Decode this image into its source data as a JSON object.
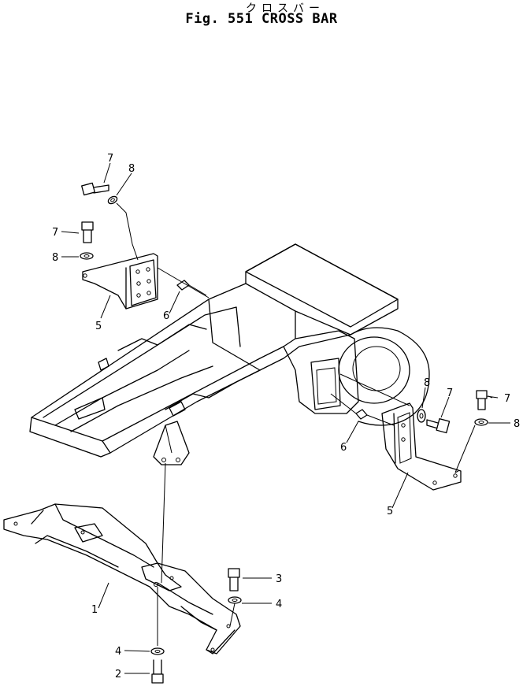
{
  "title": {
    "japanese": "クロスバー",
    "english": "Fig. 551 CROSS BAR"
  },
  "callouts": {
    "c1": "1",
    "c2": "2",
    "c3": "3",
    "c4a": "4",
    "c4b": "4",
    "c5a": "5",
    "c5b": "5",
    "c6a": "6",
    "c6b": "6",
    "c7a": "7",
    "c7b": "7",
    "c7c": "7",
    "c7d": "7",
    "c8a": "8",
    "c8b": "8",
    "c8c": "8",
    "c8d": "8"
  }
}
